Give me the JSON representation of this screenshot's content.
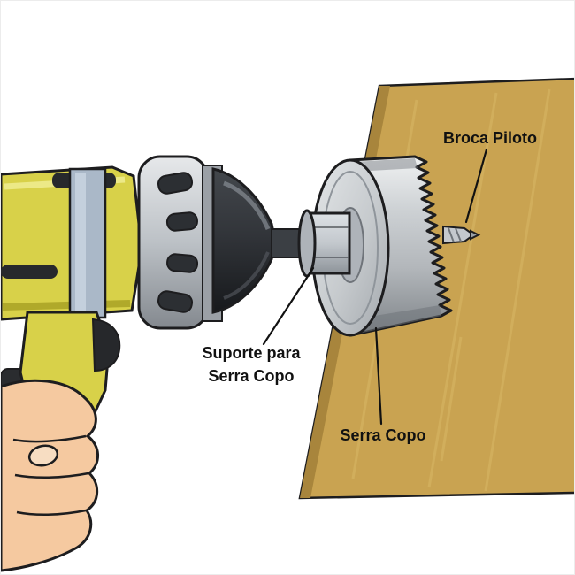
{
  "labels": {
    "broca_piloto": "Broca Piloto",
    "suporte_line1": "Suporte para",
    "suporte_line2": "Serra Copo",
    "serra_copo": "Serra Copo"
  },
  "colors": {
    "background": "#ffffff",
    "wood": "#c9a351",
    "wood_edge": "#a8853c",
    "wood_grain": "#d8b765",
    "drill_yellow": "#d8d149",
    "drill_yellow_shadow": "#a69f23",
    "drill_band_blue": "#aab8c8",
    "drill_dark_parts": "#27292c",
    "sleeve_gray": "#c6cbd0",
    "chuck_dark": "#33373c",
    "metal_light": "#d9dcdf",
    "metal_mid": "#b6babe",
    "metal_dark": "#83888d",
    "skin": "#f5c9a0",
    "nail": "#f7ddc2",
    "outline": "#1d1d1f",
    "label_text": "#111111"
  }
}
